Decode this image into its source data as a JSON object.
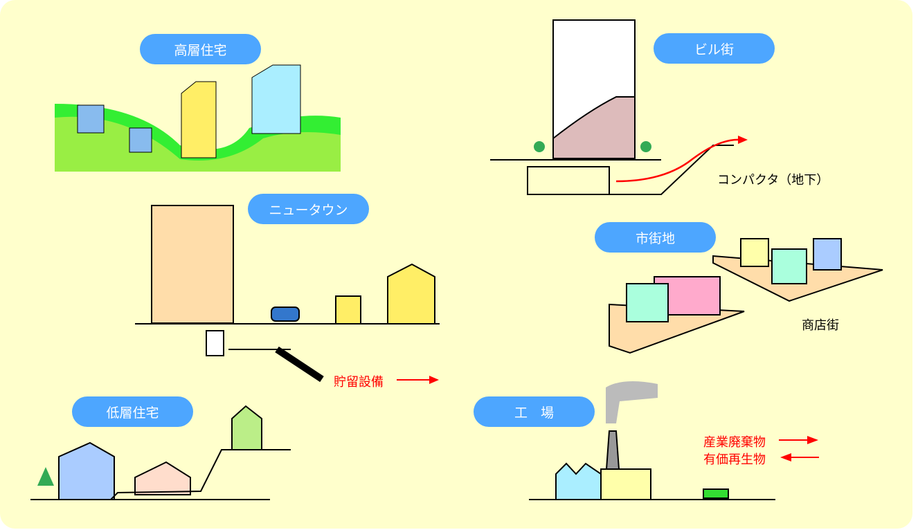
{
  "labels": {
    "high_rise_housing": "高層住宅",
    "office_district": "ビル街",
    "new_town": "ニュータウン",
    "urban_area": "市街地",
    "low_rise_housing": "低層住宅",
    "factory": "工　場",
    "compactor_underground": "コンパクタ（地下）",
    "shopping_street": "商店街",
    "storage_facility": "貯留設備",
    "industrial_waste": "産業廃棄物",
    "valuables": "有価再生物"
  },
  "colors": {
    "background": "#FFFFCC",
    "pill": "#4DA6FF",
    "arrow": "#FF0000"
  }
}
